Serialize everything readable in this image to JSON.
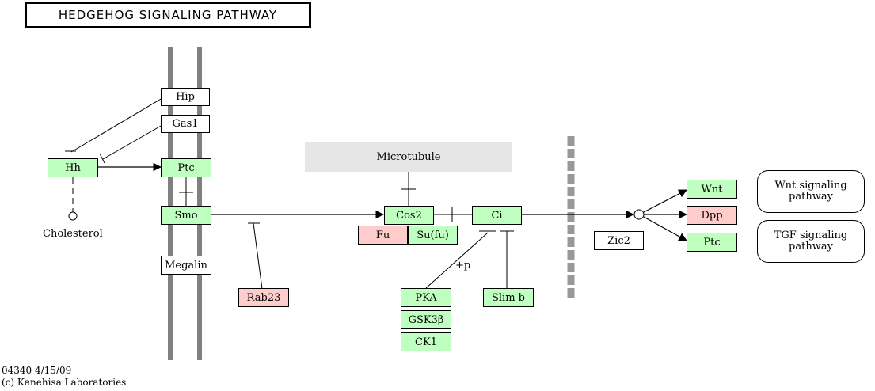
{
  "title": "HEDGEHOG SIGNALING PATHWAY",
  "nodes": {
    "hip": "Hip",
    "gas1": "Gas1",
    "hh": "Hh",
    "ptc_membrane": "Ptc",
    "smo": "Smo",
    "megalin": "Megalin",
    "rab23": "Rab23",
    "cos2": "Cos2",
    "fu": "Fu",
    "sufu": "Su(fu)",
    "ci": "Ci",
    "pka": "PKA",
    "gsk3b": "GSK3β",
    "ck1": "CK1",
    "slimb": "Slim b",
    "zic2": "Zic2",
    "wnt": "Wnt",
    "dpp": "Dpp",
    "ptc_target": "Ptc"
  },
  "labels": {
    "cholesterol": "Cholesterol",
    "microtubule": "Microtubule",
    "phosphorylation": "+p"
  },
  "pathways": {
    "wnt": "Wnt signaling pathway",
    "tgf": "TGF signaling pathway"
  },
  "footer": {
    "id_date": "04340 4/15/09",
    "copyright": "(c) Kanehisa Laboratories"
  },
  "colors": {
    "green": "#bfffbf",
    "pink": "#ffcccc",
    "membrane": "#808080",
    "microtubule": "#e6e6e6"
  }
}
